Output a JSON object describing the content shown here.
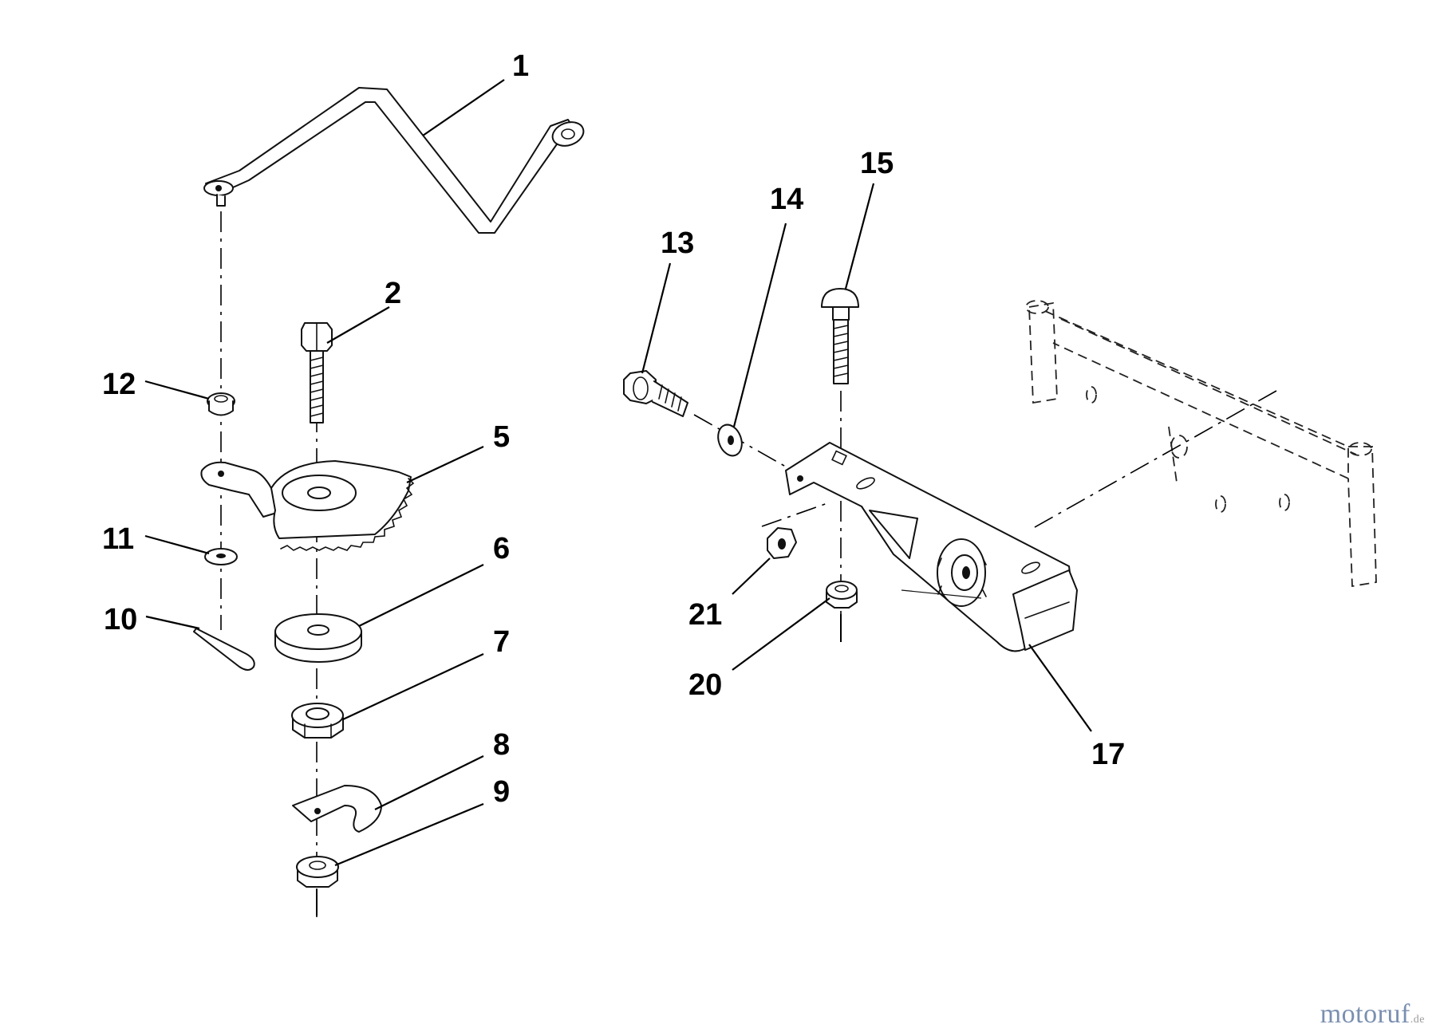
{
  "callouts": {
    "c1": "1",
    "c2": "2",
    "c5": "5",
    "c6": "6",
    "c7": "7",
    "c8": "8",
    "c9": "9",
    "c10": "10",
    "c11": "11",
    "c12": "12",
    "c13": "13",
    "c14": "14",
    "c15": "15",
    "c17": "17",
    "c20": "20",
    "c21": "21"
  },
  "watermark": {
    "brand": "motoruf",
    "tld": ".de"
  }
}
